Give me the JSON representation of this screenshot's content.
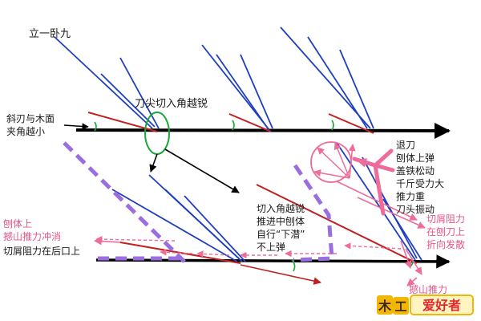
{
  "texts": {
    "title": "立一卧九",
    "tip_angle": "刀尖切入角越锐",
    "bevel_l1": "斜刃与木面",
    "bevel_l2": "夹角越小",
    "retreat": [
      "退刀",
      "刨体上弹",
      "盖铁松动",
      "千斤受力大",
      "推力重",
      "刀头振动"
    ],
    "dive": [
      "切入角越锐",
      "推进中刨体",
      "自行“下潜”",
      "不上弹"
    ],
    "left_pink": [
      "刨体上",
      "撼山推力冲消"
    ],
    "left_black": "切屑阻力在后口上",
    "right_pink": [
      "切屑阻力",
      "在刨刀上",
      "折向发散"
    ],
    "bottom_pink": "撼山推力"
  },
  "logo": {
    "text": "木工爱好者",
    "accent_colors": {
      "gold": "#f2b705",
      "red": "#e5262b",
      "dark": "#3b2408"
    }
  },
  "colors": {
    "baseline": "#000000",
    "blade": "#1f3fbf",
    "edge": "#c21f1f",
    "angle": "#18a83a",
    "purple": "#9a6de0",
    "pink": "#ee6b9a"
  }
}
